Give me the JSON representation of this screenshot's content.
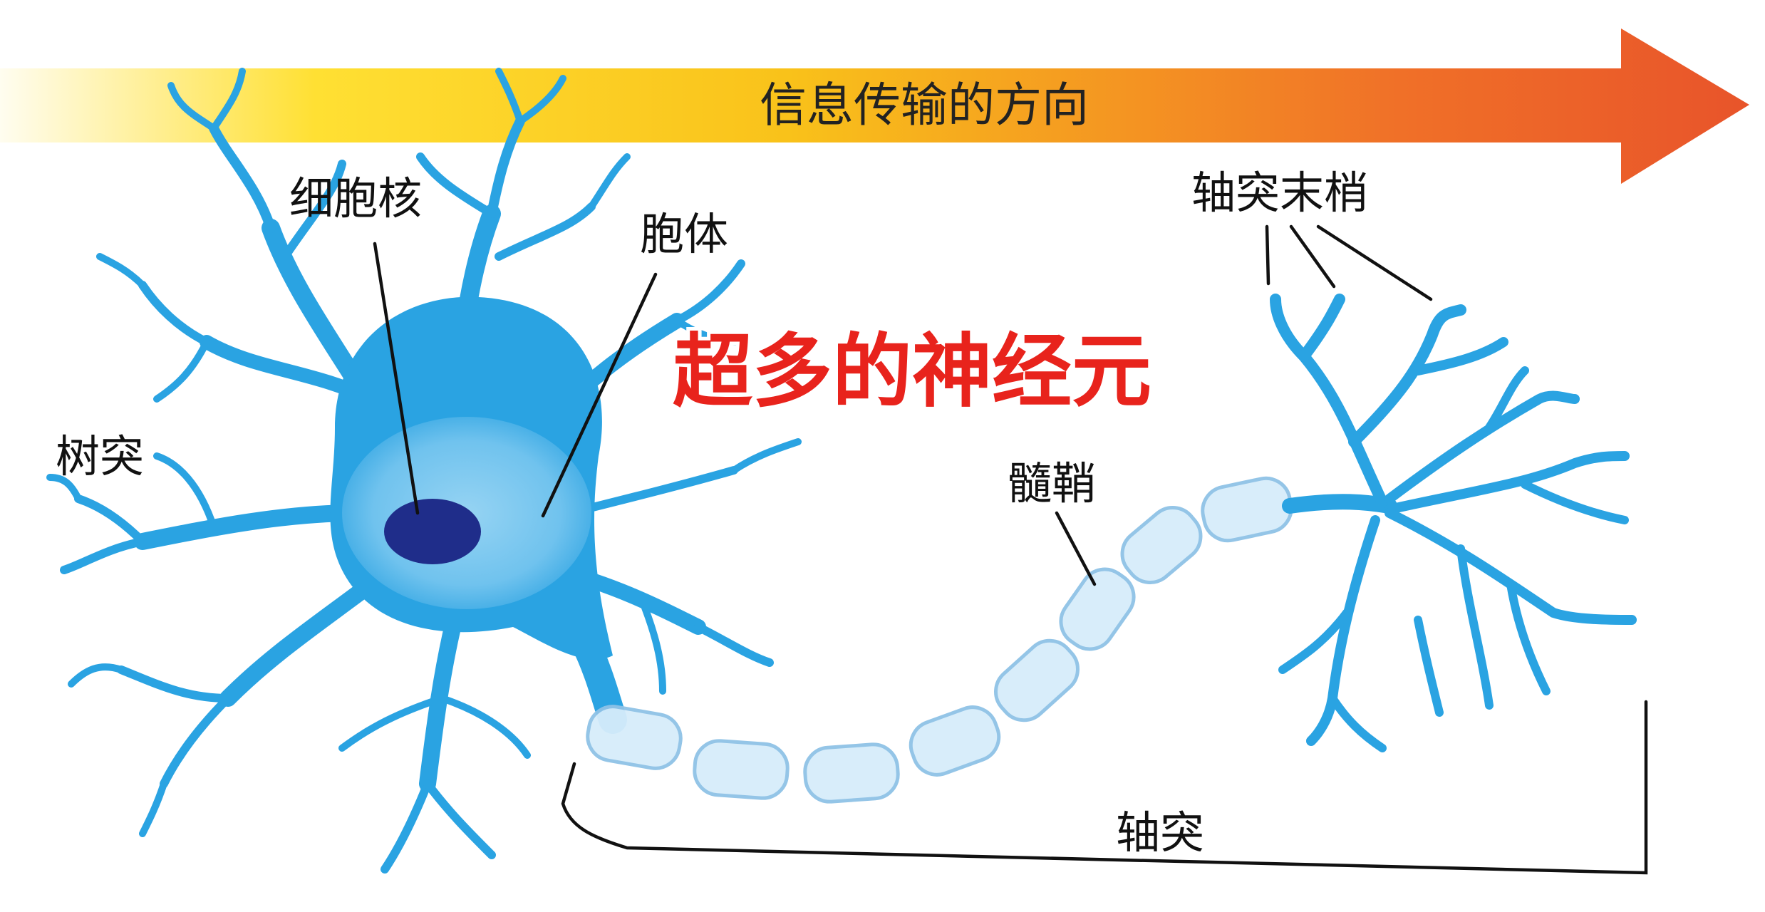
{
  "arrow": {
    "label": "信息传输的方向",
    "gradient": [
      "#fffdf0",
      "#ffe033",
      "#f9c21a",
      "#f07028",
      "#e8542a"
    ]
  },
  "headline": {
    "text": "超多的神经元",
    "color": "#e8231c",
    "outline": "#ffffff"
  },
  "labels": {
    "nucleus": "细胞核",
    "cell_body": "胞体",
    "dendrites": "树突",
    "myelin": "髓鞘",
    "axon_terminals": "轴突末梢",
    "axon": "轴突"
  },
  "colors": {
    "neuron_fill": "#2aa3e2",
    "neuron_stroke": "#1677c4",
    "soma_highlight": "#8fd1f3",
    "nucleus": "#1f2d8a",
    "myelin_fill": "#d6ecfa",
    "myelin_stroke": "#8fc2e6",
    "leader_lines": "#111111"
  }
}
